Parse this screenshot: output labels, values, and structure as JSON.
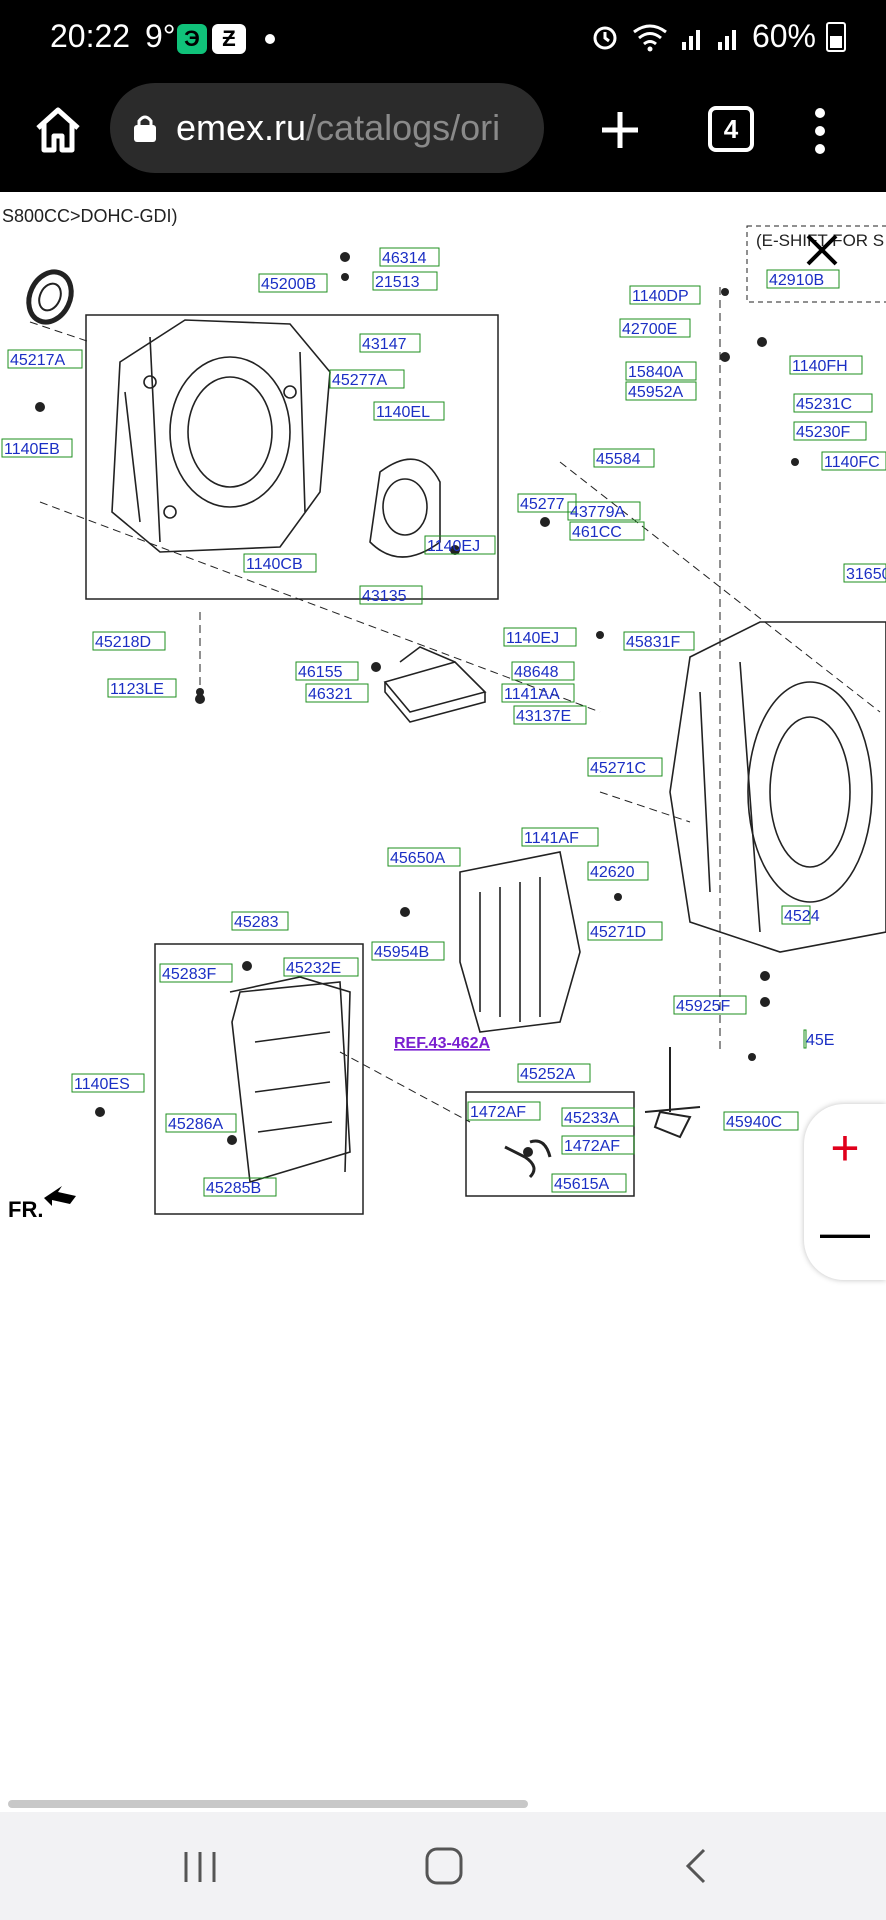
{
  "status_bar": {
    "time": "20:22",
    "temperature": "9°",
    "battery": "60%",
    "e_badge": "Э",
    "z_badge": "Ƶ"
  },
  "browser": {
    "url_host": "emex.ru",
    "url_path": "/catalogs/ori",
    "tab_count": "4"
  },
  "diagram": {
    "header_text": "S800CC>DOHC-GDI)",
    "eshift_text": "(E-SHIFT FOR S",
    "ref_label": "REF.43-462A",
    "fr_label": "FR.",
    "parts": [
      "46314",
      "21513",
      "45200B",
      "45217A",
      "43147",
      "45277A",
      "1140EL",
      "1140EB",
      "1140CB",
      "43135",
      "1140EJ",
      "45218D",
      "1123LE",
      "46155",
      "46321",
      "1140DP",
      "42700E",
      "15840A",
      "45952A",
      "1140FH",
      "45231C",
      "45230F",
      "1140FC",
      "42910B",
      "45584",
      "45277",
      "43779A",
      "461CC",
      "1140EJ",
      "45831F",
      "48648",
      "1141AA",
      "43137E",
      "45271C",
      "31650",
      "1141AF",
      "42620",
      "45271D",
      "45650A",
      "45954B",
      "45283",
      "45283F",
      "45232E",
      "1140ES",
      "45286A",
      "45285B",
      "45252A",
      "1472AF",
      "45233A",
      "1472AF",
      "45615A",
      "45925F",
      "45940C",
      "4524",
      "45E"
    ]
  },
  "colors": {
    "label_text": "#1b2fc4",
    "label_border": "#1e8f1e",
    "ref_link": "#7a1fd0",
    "zoom_plus": "#e0001b"
  },
  "icons": {
    "home": "home-icon",
    "lock": "lock-icon",
    "new_tab": "plus-icon",
    "tabs": "tabs-icon",
    "menu": "more-vert-icon",
    "close": "close-icon",
    "zoom_in": "zoom-in-icon",
    "zoom_out": "zoom-out-icon",
    "nav_recent": "recent-apps-icon",
    "nav_home": "nav-home-icon",
    "nav_back": "back-icon"
  }
}
